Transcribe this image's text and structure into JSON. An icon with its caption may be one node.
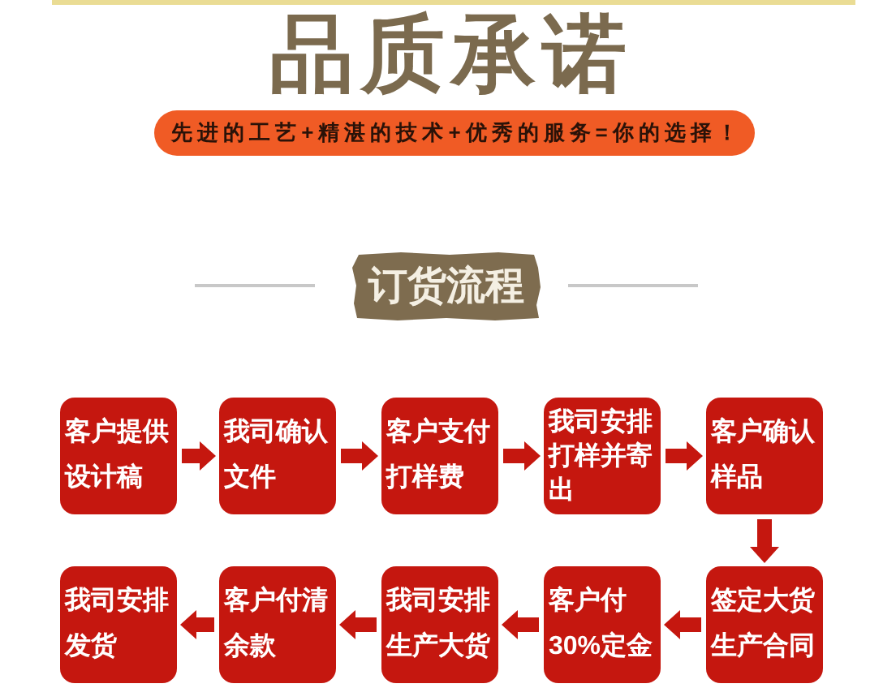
{
  "diagram": {
    "title": "品质承诺",
    "nodes": [
      {
        "text": [
          "先进的工艺+精湛的技术+优秀的服务=你的选择！"
        ]
      },
      {
        "text": [
          "订货流程"
        ]
      },
      {
        "text": [
          "客户提供设计稿"
        ]
      },
      {
        "text": [
          "我司确认文件"
        ]
      },
      {
        "text": [
          "客户支付打样费"
        ]
      },
      {
        "text": [
          "我司安排打样并寄出"
        ]
      },
      {
        "text": [
          "客户确认样品"
        ]
      },
      {
        "text": [
          "签定大货生产合同"
        ]
      },
      {
        "text": [
          "客户付30%定金"
        ]
      },
      {
        "text": [
          "我司安排生产大货"
        ]
      },
      {
        "text": [
          "客户付清余款"
        ]
      },
      {
        "text": [
          "我司安排发货"
        ]
      }
    ],
    "edges": [
      {
        "from": 2,
        "to": 3,
        "arrow": "to"
      },
      {
        "from": 3,
        "to": 4,
        "arrow": "to"
      },
      {
        "from": 4,
        "to": 5,
        "arrow": "to"
      },
      {
        "from": 5,
        "to": 6,
        "arrow": "to"
      },
      {
        "from": 6,
        "to": 7,
        "arrow": "to"
      },
      {
        "from": 7,
        "to": 8,
        "arrow": "to"
      },
      {
        "from": 8,
        "to": 9,
        "arrow": "to"
      },
      {
        "from": 9,
        "to": 10,
        "arrow": "to"
      },
      {
        "from": 10,
        "to": 11,
        "arrow": "to"
      }
    ]
  }
}
